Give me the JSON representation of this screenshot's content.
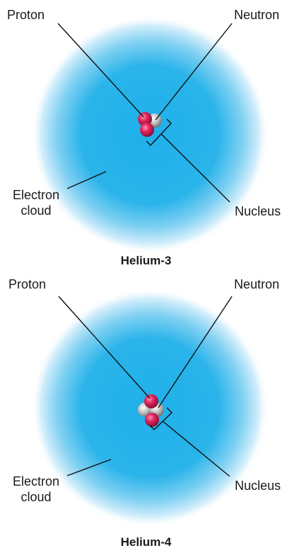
{
  "diagrams": [
    {
      "caption": "Helium-3",
      "labels": {
        "proton": "Proton",
        "neutron": "Neutron",
        "electron_cloud_line1": "Electron",
        "electron_cloud_line2": "cloud",
        "nucleus": "Nucleus"
      },
      "nucleus": {
        "protons": 2,
        "neutrons": 1
      }
    },
    {
      "caption": "Helium-4",
      "labels": {
        "proton": "Proton",
        "neutron": "Neutron",
        "electron_cloud_line1": "Electron",
        "electron_cloud_line2": "cloud",
        "nucleus": "Nucleus"
      },
      "nucleus": {
        "protons": 2,
        "neutrons": 2
      }
    }
  ],
  "colors": {
    "electron_cloud": "#29b6ea",
    "proton": "#e0245e",
    "neutron": "#c8c8c8",
    "leader_line": "#111111"
  }
}
